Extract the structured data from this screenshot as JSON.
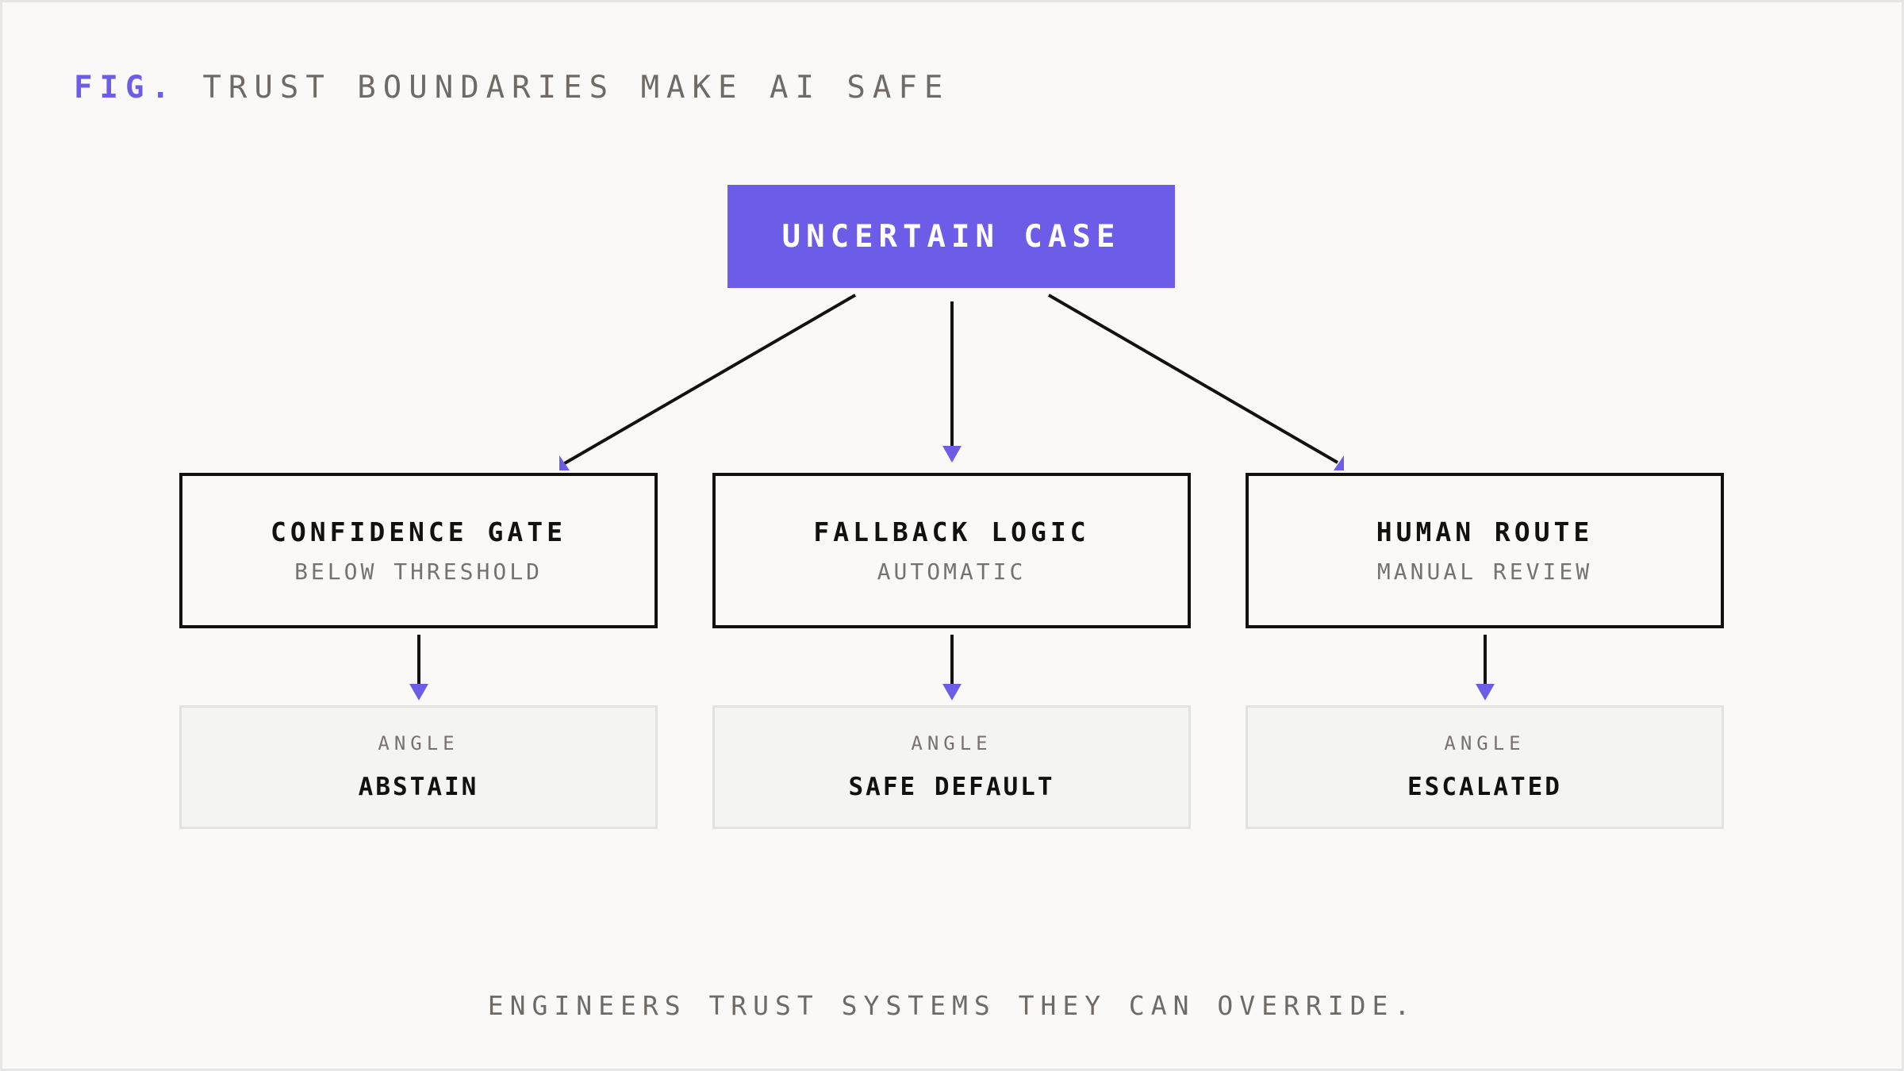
{
  "figure": {
    "prefix": "FIG.",
    "title": "TRUST BOUNDARIES MAKE AI SAFE"
  },
  "root": {
    "label": "UNCERTAIN CASE"
  },
  "branches": [
    {
      "title": "CONFIDENCE GATE",
      "subtitle": "BELOW THRESHOLD",
      "outcome_label": "ANGLE",
      "outcome_value": "ABSTAIN"
    },
    {
      "title": "FALLBACK LOGIC",
      "subtitle": "AUTOMATIC",
      "outcome_label": "ANGLE",
      "outcome_value": "SAFE DEFAULT"
    },
    {
      "title": "HUMAN ROUTE",
      "subtitle": "MANUAL REVIEW",
      "outcome_label": "ANGLE",
      "outcome_value": "ESCALATED"
    }
  ],
  "tagline": "ENGINEERS TRUST SYSTEMS THEY CAN OVERRIDE.",
  "colors": {
    "accent": "#6c5ce7",
    "line": "#111111",
    "muted_text": "#6f6a66",
    "background": "#faf9f7"
  }
}
